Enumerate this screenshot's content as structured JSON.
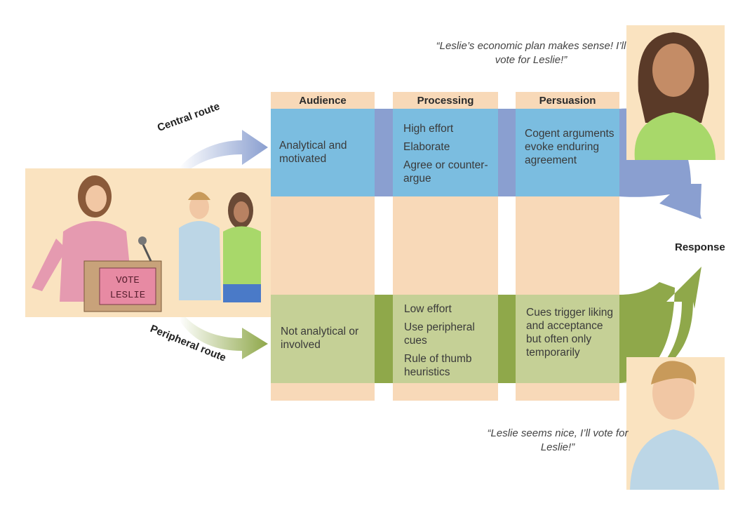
{
  "columns": {
    "audience": "Audience",
    "processing": "Processing",
    "persuasion": "Persuasion"
  },
  "central": {
    "route_label": "Central route",
    "audience": "Analytical and motivated",
    "processing": [
      "High effort",
      "Elaborate",
      "Agree or counter-argue"
    ],
    "persuasion": "Cogent arguments evoke enduring agreement",
    "quote": "“Leslie’s economic plan makes sense! I’ll vote for Leslie!”"
  },
  "peripheral": {
    "route_label": "Peripheral route",
    "audience": "Not analytical or involved",
    "processing": [
      "Low effort",
      "Use peripheral cues",
      "Rule of thumb heuristics"
    ],
    "persuasion": "Cues trigger liking and acceptance but often only temporarily",
    "quote": "“Leslie seems nice, I’ll vote for Leslie!”"
  },
  "response_label": "Response",
  "sign_text": "VOTE LESLIE",
  "colors": {
    "peach": "#f8d9b8",
    "blue": "#7bbde0",
    "blue_connector": "#8a9fd0",
    "green": "#c5d096",
    "green_connector": "#8fa84a"
  }
}
